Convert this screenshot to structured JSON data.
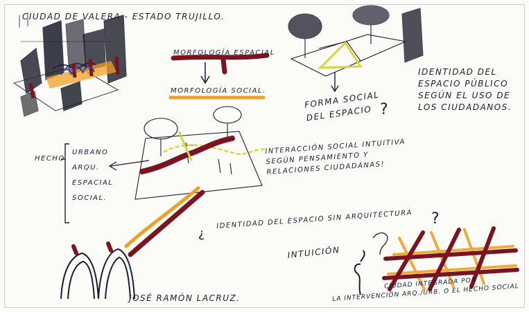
{
  "title": "Ciudad de Valera - Estado Trujillo.",
  "morphology": {
    "spatial": "Morfología Espacial",
    "social": "Morfología Social."
  },
  "forma_social": {
    "line1": "Forma Social",
    "line2": "del Espacio",
    "mark": "?"
  },
  "identity": {
    "line1": "Identidad del",
    "line2": "Espacio Público",
    "line3": "según el uso de",
    "line4": "los Ciudadanos."
  },
  "hecho": {
    "label": "Hecho",
    "items": [
      "Urbano",
      "Arqu.",
      "Espacial",
      "Social."
    ]
  },
  "interaction": {
    "line1": "Interacción social intuitiva",
    "line2": "según Pensamiento y",
    "line3": "Relaciones Ciudadanas!"
  },
  "question": {
    "open": "¿",
    "text": "Identidad del Espacio   sin Arquitectura",
    "close": "?"
  },
  "intuicion": "Intuición",
  "signature": "José Ramón Lacruz.",
  "integrada": {
    "line1": "Ciudad Integrada por",
    "line2": "la Intervención Arq./Urb. o el Hecho Social"
  },
  "colors": {
    "ink": "#1b1b33",
    "maroon": "#7a1420",
    "orange": "#f0a028",
    "yellow_green": "#d4d640",
    "paper": "#fbfbf8"
  }
}
